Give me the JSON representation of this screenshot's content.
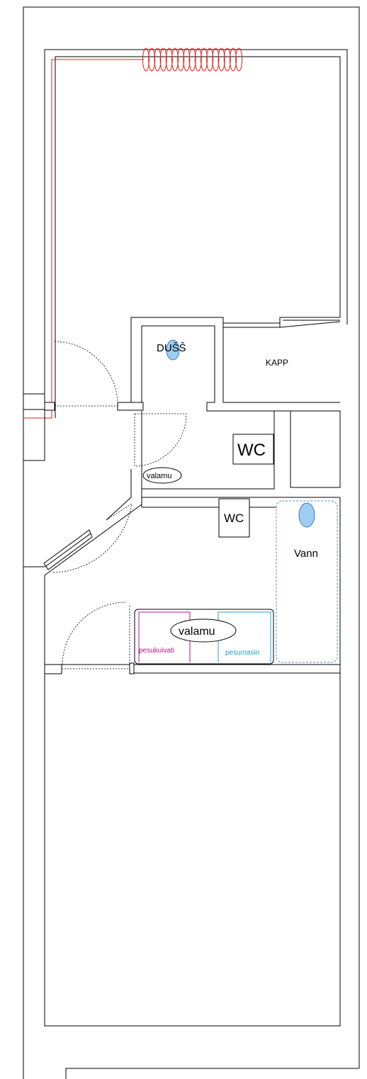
{
  "labels": {
    "shower": "DUŠŠ",
    "closet": "KAPP",
    "wc_upper": "WC",
    "sink_small": "valamu",
    "wc_lower": "WC",
    "bathtub": "Vann",
    "sink_large": "valamu",
    "dryer": "pesukuivati",
    "washer": "pesumasin"
  },
  "colors": {
    "wall": "#000000",
    "heating_pipe": "#e0201c",
    "dryer": "#c0108a",
    "washer": "#1fa0d0",
    "water_fixture_fill": "#9fcdf2",
    "water_fixture_stroke": "#3a78c0",
    "bathtub_outline": "#4a90d0"
  },
  "icons": {
    "heating_coil": "radiator-coil-icon",
    "shower_drain": "shower-drain-icon",
    "bathtub_drain": "bathtub-drain-icon"
  }
}
